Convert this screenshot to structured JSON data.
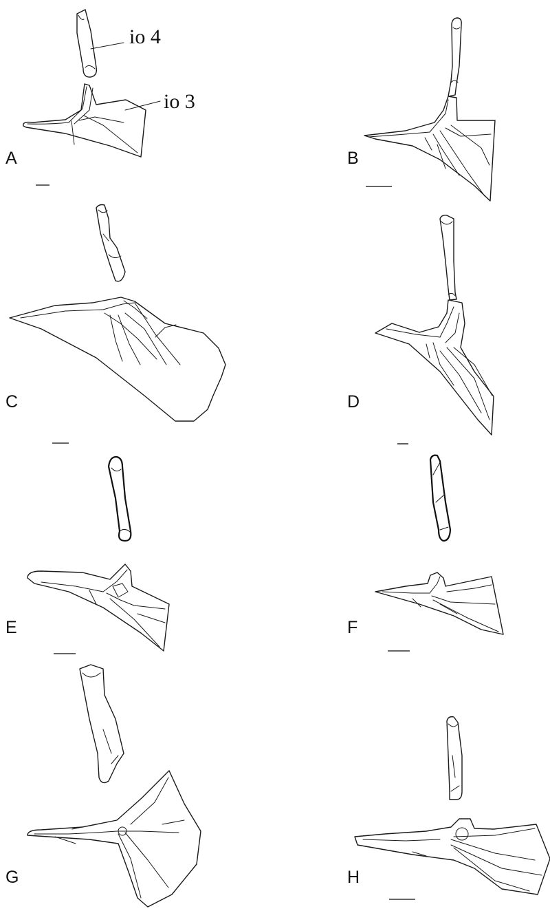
{
  "annotations": {
    "io4": "io 4",
    "io3": "io 3"
  },
  "panels": [
    {
      "label": "A"
    },
    {
      "label": "B"
    },
    {
      "label": "C"
    },
    {
      "label": "D"
    },
    {
      "label": "E"
    },
    {
      "label": "F"
    },
    {
      "label": "G"
    },
    {
      "label": "H"
    }
  ],
  "colors": {
    "ink": "#1a1a1a",
    "background": "#ffffff"
  }
}
